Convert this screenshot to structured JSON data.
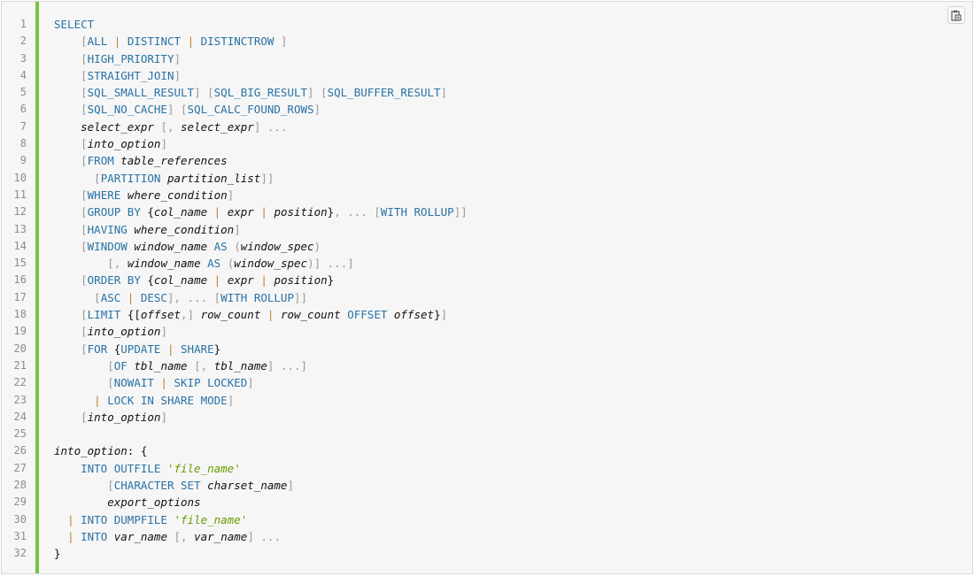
{
  "copy_button": {
    "icon": "clipboard-icon"
  },
  "lines": [
    [
      [
        "kw",
        "SELECT"
      ]
    ],
    [
      [
        "sp",
        "    "
      ],
      [
        "op",
        "["
      ],
      [
        "kw",
        "ALL"
      ],
      [
        "sp",
        " "
      ],
      [
        "pipe",
        "|"
      ],
      [
        "sp",
        " "
      ],
      [
        "kw",
        "DISTINCT"
      ],
      [
        "sp",
        " "
      ],
      [
        "pipe",
        "|"
      ],
      [
        "sp",
        " "
      ],
      [
        "kw",
        "DISTINCTROW"
      ],
      [
        "sp",
        " "
      ],
      [
        "op",
        "]"
      ]
    ],
    [
      [
        "sp",
        "    "
      ],
      [
        "op",
        "["
      ],
      [
        "kw",
        "HIGH_PRIORITY"
      ],
      [
        "op",
        "]"
      ]
    ],
    [
      [
        "sp",
        "    "
      ],
      [
        "op",
        "["
      ],
      [
        "kw",
        "STRAIGHT_JOIN"
      ],
      [
        "op",
        "]"
      ]
    ],
    [
      [
        "sp",
        "    "
      ],
      [
        "op",
        "["
      ],
      [
        "kw",
        "SQL_SMALL_RESULT"
      ],
      [
        "op",
        "]"
      ],
      [
        "sp",
        " "
      ],
      [
        "op",
        "["
      ],
      [
        "kw",
        "SQL_BIG_RESULT"
      ],
      [
        "op",
        "]"
      ],
      [
        "sp",
        " "
      ],
      [
        "op",
        "["
      ],
      [
        "kw",
        "SQL_BUFFER_RESULT"
      ],
      [
        "op",
        "]"
      ]
    ],
    [
      [
        "sp",
        "    "
      ],
      [
        "op",
        "["
      ],
      [
        "kw",
        "SQL_NO_CACHE"
      ],
      [
        "op",
        "]"
      ],
      [
        "sp",
        " "
      ],
      [
        "op",
        "["
      ],
      [
        "kw",
        "SQL_CALC_FOUND_ROWS"
      ],
      [
        "op",
        "]"
      ]
    ],
    [
      [
        "sp",
        "    "
      ],
      [
        "var",
        "select_expr"
      ],
      [
        "sp",
        " "
      ],
      [
        "op",
        "[,"
      ],
      [
        "sp",
        " "
      ],
      [
        "var",
        "select_expr"
      ],
      [
        "op",
        "]"
      ],
      [
        "sp",
        " "
      ],
      [
        "op",
        "..."
      ]
    ],
    [
      [
        "sp",
        "    "
      ],
      [
        "op",
        "["
      ],
      [
        "var",
        "into_option"
      ],
      [
        "op",
        "]"
      ]
    ],
    [
      [
        "sp",
        "    "
      ],
      [
        "op",
        "["
      ],
      [
        "kw",
        "FROM"
      ],
      [
        "sp",
        " "
      ],
      [
        "var",
        "table_references"
      ]
    ],
    [
      [
        "sp",
        "      "
      ],
      [
        "op",
        "["
      ],
      [
        "kw",
        "PARTITION"
      ],
      [
        "sp",
        " "
      ],
      [
        "var",
        "partition_list"
      ],
      [
        "op",
        "]]"
      ]
    ],
    [
      [
        "sp",
        "    "
      ],
      [
        "op",
        "["
      ],
      [
        "kw",
        "WHERE"
      ],
      [
        "sp",
        " "
      ],
      [
        "var",
        "where_condition"
      ],
      [
        "op",
        "]"
      ]
    ],
    [
      [
        "sp",
        "    "
      ],
      [
        "op",
        "["
      ],
      [
        "kw",
        "GROUP BY"
      ],
      [
        "sp",
        " "
      ],
      [
        "punct",
        "{"
      ],
      [
        "var",
        "col_name"
      ],
      [
        "sp",
        " "
      ],
      [
        "pipe",
        "|"
      ],
      [
        "sp",
        " "
      ],
      [
        "var",
        "expr"
      ],
      [
        "sp",
        " "
      ],
      [
        "pipe",
        "|"
      ],
      [
        "sp",
        " "
      ],
      [
        "var",
        "position"
      ],
      [
        "punct",
        "}"
      ],
      [
        "op",
        ", ..."
      ],
      [
        "sp",
        " "
      ],
      [
        "op",
        "["
      ],
      [
        "kw",
        "WITH ROLLUP"
      ],
      [
        "op",
        "]]"
      ]
    ],
    [
      [
        "sp",
        "    "
      ],
      [
        "op",
        "["
      ],
      [
        "kw",
        "HAVING"
      ],
      [
        "sp",
        " "
      ],
      [
        "var",
        "where_condition"
      ],
      [
        "op",
        "]"
      ]
    ],
    [
      [
        "sp",
        "    "
      ],
      [
        "op",
        "["
      ],
      [
        "kw",
        "WINDOW"
      ],
      [
        "sp",
        " "
      ],
      [
        "var",
        "window_name"
      ],
      [
        "sp",
        " "
      ],
      [
        "kw",
        "AS"
      ],
      [
        "sp",
        " "
      ],
      [
        "op",
        "("
      ],
      [
        "var",
        "window_spec"
      ],
      [
        "op",
        ")"
      ]
    ],
    [
      [
        "sp",
        "        "
      ],
      [
        "op",
        "[,"
      ],
      [
        "sp",
        " "
      ],
      [
        "var",
        "window_name"
      ],
      [
        "sp",
        " "
      ],
      [
        "kw",
        "AS"
      ],
      [
        "sp",
        " "
      ],
      [
        "op",
        "("
      ],
      [
        "var",
        "window_spec"
      ],
      [
        "op",
        ")]"
      ],
      [
        "sp",
        " "
      ],
      [
        "op",
        "...]"
      ]
    ],
    [
      [
        "sp",
        "    "
      ],
      [
        "op",
        "["
      ],
      [
        "kw",
        "ORDER BY"
      ],
      [
        "sp",
        " "
      ],
      [
        "punct",
        "{"
      ],
      [
        "var",
        "col_name"
      ],
      [
        "sp",
        " "
      ],
      [
        "pipe",
        "|"
      ],
      [
        "sp",
        " "
      ],
      [
        "var",
        "expr"
      ],
      [
        "sp",
        " "
      ],
      [
        "pipe",
        "|"
      ],
      [
        "sp",
        " "
      ],
      [
        "var",
        "position"
      ],
      [
        "punct",
        "}"
      ]
    ],
    [
      [
        "sp",
        "      "
      ],
      [
        "op",
        "["
      ],
      [
        "kw",
        "ASC"
      ],
      [
        "sp",
        " "
      ],
      [
        "pipe",
        "|"
      ],
      [
        "sp",
        " "
      ],
      [
        "kw",
        "DESC"
      ],
      [
        "op",
        "], ..."
      ],
      [
        "sp",
        " "
      ],
      [
        "op",
        "["
      ],
      [
        "kw",
        "WITH ROLLUP"
      ],
      [
        "op",
        "]]"
      ]
    ],
    [
      [
        "sp",
        "    "
      ],
      [
        "op",
        "["
      ],
      [
        "kw",
        "LIMIT"
      ],
      [
        "sp",
        " "
      ],
      [
        "punct",
        "{["
      ],
      [
        "var",
        "offset"
      ],
      [
        "op",
        ",]"
      ],
      [
        "sp",
        " "
      ],
      [
        "var",
        "row_count"
      ],
      [
        "sp",
        " "
      ],
      [
        "pipe",
        "|"
      ],
      [
        "sp",
        " "
      ],
      [
        "var",
        "row_count"
      ],
      [
        "sp",
        " "
      ],
      [
        "kw",
        "OFFSET"
      ],
      [
        "sp",
        " "
      ],
      [
        "var",
        "offset"
      ],
      [
        "punct",
        "}"
      ],
      [
        "op",
        "]"
      ]
    ],
    [
      [
        "sp",
        "    "
      ],
      [
        "op",
        "["
      ],
      [
        "var",
        "into_option"
      ],
      [
        "op",
        "]"
      ]
    ],
    [
      [
        "sp",
        "    "
      ],
      [
        "op",
        "["
      ],
      [
        "kw",
        "FOR"
      ],
      [
        "sp",
        " "
      ],
      [
        "punct",
        "{"
      ],
      [
        "kw",
        "UPDATE"
      ],
      [
        "sp",
        " "
      ],
      [
        "pipe",
        "|"
      ],
      [
        "sp",
        " "
      ],
      [
        "kw",
        "SHARE"
      ],
      [
        "punct",
        "}"
      ]
    ],
    [
      [
        "sp",
        "        "
      ],
      [
        "op",
        "["
      ],
      [
        "kw",
        "OF"
      ],
      [
        "sp",
        " "
      ],
      [
        "var",
        "tbl_name"
      ],
      [
        "sp",
        " "
      ],
      [
        "op",
        "[,"
      ],
      [
        "sp",
        " "
      ],
      [
        "var",
        "tbl_name"
      ],
      [
        "op",
        "]"
      ],
      [
        "sp",
        " "
      ],
      [
        "op",
        "...]"
      ]
    ],
    [
      [
        "sp",
        "        "
      ],
      [
        "op",
        "["
      ],
      [
        "kw",
        "NOWAIT"
      ],
      [
        "sp",
        " "
      ],
      [
        "pipe",
        "|"
      ],
      [
        "sp",
        " "
      ],
      [
        "kw",
        "SKIP LOCKED"
      ],
      [
        "op",
        "]"
      ]
    ],
    [
      [
        "sp",
        "      "
      ],
      [
        "pipe",
        "|"
      ],
      [
        "sp",
        " "
      ],
      [
        "kw",
        "LOCK IN SHARE MODE"
      ],
      [
        "op",
        "]"
      ]
    ],
    [
      [
        "sp",
        "    "
      ],
      [
        "op",
        "["
      ],
      [
        "var",
        "into_option"
      ],
      [
        "op",
        "]"
      ]
    ],
    [],
    [
      [
        "var",
        "into_option"
      ],
      [
        "punct",
        ": {"
      ]
    ],
    [
      [
        "sp",
        "    "
      ],
      [
        "kw",
        "INTO OUTFILE"
      ],
      [
        "sp",
        " "
      ],
      [
        "str",
        "'file_name'"
      ]
    ],
    [
      [
        "sp",
        "        "
      ],
      [
        "op",
        "["
      ],
      [
        "kw",
        "CHARACTER SET"
      ],
      [
        "sp",
        " "
      ],
      [
        "var",
        "charset_name"
      ],
      [
        "op",
        "]"
      ]
    ],
    [
      [
        "sp",
        "        "
      ],
      [
        "var",
        "export_options"
      ]
    ],
    [
      [
        "sp",
        "  "
      ],
      [
        "pipe",
        "|"
      ],
      [
        "sp",
        " "
      ],
      [
        "kw",
        "INTO DUMPFILE"
      ],
      [
        "sp",
        " "
      ],
      [
        "str",
        "'file_name'"
      ]
    ],
    [
      [
        "sp",
        "  "
      ],
      [
        "pipe",
        "|"
      ],
      [
        "sp",
        " "
      ],
      [
        "kw",
        "INTO"
      ],
      [
        "sp",
        " "
      ],
      [
        "var",
        "var_name"
      ],
      [
        "sp",
        " "
      ],
      [
        "op",
        "[,"
      ],
      [
        "sp",
        " "
      ],
      [
        "var",
        "var_name"
      ],
      [
        "op",
        "]"
      ],
      [
        "sp",
        " "
      ],
      [
        "op",
        "..."
      ]
    ],
    [
      [
        "punct",
        "}"
      ]
    ]
  ]
}
